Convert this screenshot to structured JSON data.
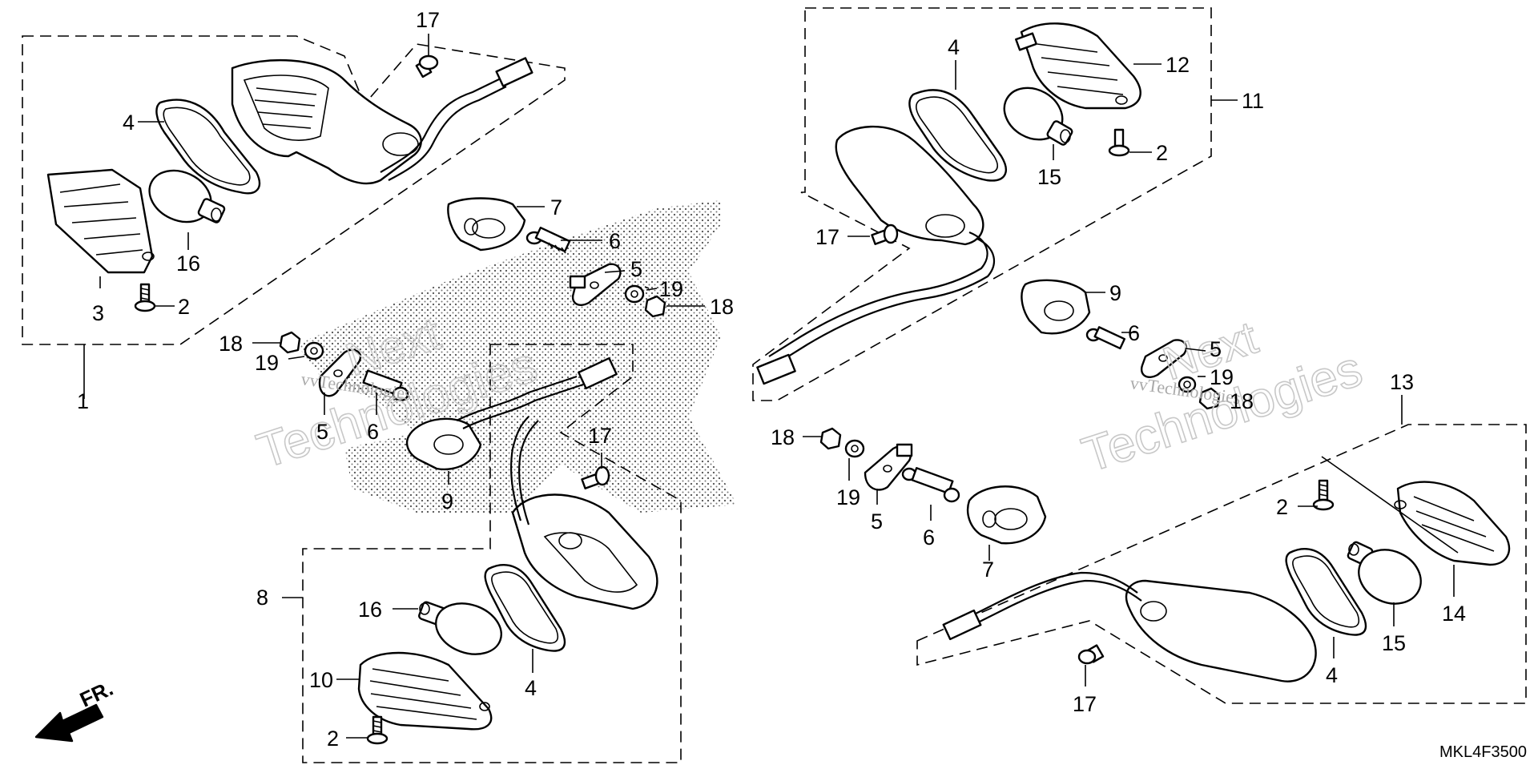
{
  "drawing_code": "MKL4F3500",
  "direction_label": "FR.",
  "watermark": {
    "brand": "Next",
    "line1": "Technologies",
    "small": "vvTechnologies"
  },
  "callouts": [
    {
      "id": "c-17a",
      "text": "17"
    },
    {
      "id": "c-4a",
      "text": "4"
    },
    {
      "id": "c-3",
      "text": "3"
    },
    {
      "id": "c-16a",
      "text": "16"
    },
    {
      "id": "c-2a",
      "text": "2"
    },
    {
      "id": "c-1",
      "text": "1"
    },
    {
      "id": "c-7a",
      "text": "7"
    },
    {
      "id": "c-6a",
      "text": "6"
    },
    {
      "id": "c-5a",
      "text": "5"
    },
    {
      "id": "c-19a",
      "text": "19"
    },
    {
      "id": "c-18a",
      "text": "18"
    },
    {
      "id": "c-18b",
      "text": "18"
    },
    {
      "id": "c-19b",
      "text": "19"
    },
    {
      "id": "c-5b",
      "text": "5"
    },
    {
      "id": "c-6b",
      "text": "6"
    },
    {
      "id": "c-9a",
      "text": "9"
    },
    {
      "id": "c-17b",
      "text": "17"
    },
    {
      "id": "c-8",
      "text": "8"
    },
    {
      "id": "c-16b",
      "text": "16"
    },
    {
      "id": "c-10",
      "text": "10"
    },
    {
      "id": "c-4b",
      "text": "4"
    },
    {
      "id": "c-2b",
      "text": "2"
    },
    {
      "id": "c-4c",
      "text": "4"
    },
    {
      "id": "c-12",
      "text": "12"
    },
    {
      "id": "c-11",
      "text": "11"
    },
    {
      "id": "c-2c",
      "text": "2"
    },
    {
      "id": "c-15a",
      "text": "15"
    },
    {
      "id": "c-17c",
      "text": "17"
    },
    {
      "id": "c-9b",
      "text": "9"
    },
    {
      "id": "c-6c",
      "text": "6"
    },
    {
      "id": "c-5c",
      "text": "5"
    },
    {
      "id": "c-19c",
      "text": "19"
    },
    {
      "id": "c-18c",
      "text": "18"
    },
    {
      "id": "c-13",
      "text": "13"
    },
    {
      "id": "c-18d",
      "text": "18"
    },
    {
      "id": "c-19d",
      "text": "19"
    },
    {
      "id": "c-5d",
      "text": "5"
    },
    {
      "id": "c-6d",
      "text": "6"
    },
    {
      "id": "c-7b",
      "text": "7"
    },
    {
      "id": "c-2d",
      "text": "2"
    },
    {
      "id": "c-14",
      "text": "14"
    },
    {
      "id": "c-15b",
      "text": "15"
    },
    {
      "id": "c-4d",
      "text": "4"
    },
    {
      "id": "c-17d",
      "text": "17"
    }
  ]
}
